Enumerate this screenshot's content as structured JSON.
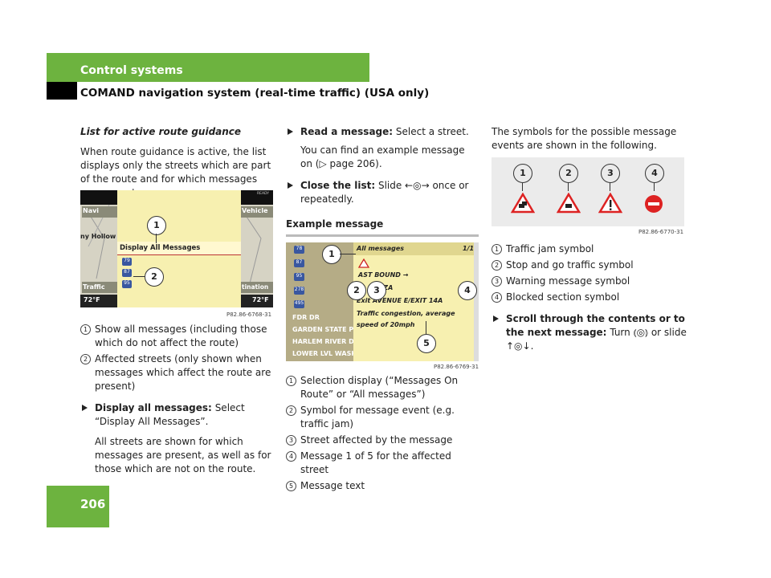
{
  "header": {
    "title": "Control systems",
    "subtitle": "COMAND navigation system (real-time traffic) (USA only)"
  },
  "page_number": "206",
  "left": {
    "heading": "List for active route guidance",
    "intro": "When route guidance is active, the list displays only the streets which are part of the route and for which messages are present.",
    "screen": {
      "nav": "Navi",
      "vehicle": "Vehicle",
      "ready": "READY",
      "hollow": "ny Hollow",
      "display_all": "Display All Messages",
      "traffic": "Traffic",
      "destination": "tination",
      "temp_l": "72°F",
      "temp_r": "72°F",
      "badges": [
        "79",
        "87",
        "95"
      ],
      "caption": "P82.86-6768-31"
    },
    "items": [
      {
        "n": "1",
        "text": "Show all messages (including those which do not affect the route)"
      },
      {
        "n": "2",
        "text": "Affected streets (only shown when messages which affect the route are present)"
      }
    ],
    "step_label": "Display all messages:",
    "step_text": "Select “Display All Messages”.",
    "step_note": "All streets are shown for which messages are present, as well as for those which are not on the route."
  },
  "middle": {
    "read_label": "Read a message:",
    "read_text": "Select a street.",
    "read_note": "You can find an example message on (▷ page 206).",
    "close_label": "Close the list:",
    "close_text": "Slide ←◎→ once or repeatedly.",
    "example_heading": "Example message",
    "screen": {
      "header_left": "All messages",
      "header_right": "1/1",
      "bound": "AST BOUND →",
      "plaza": "LAZA",
      "exit": "Exit AVENUE E/EXIT 14A",
      "text1": "Traffic congestion, average",
      "text2": "speed of 20mph",
      "streets": [
        "FDR DR",
        "GARDEN STATE PK",
        "HARLEM RIVER DR",
        "LOWER LVL WASH"
      ],
      "badges": [
        "78",
        "87",
        "95",
        "278",
        "495"
      ],
      "caption": "P82.86-6769-31"
    },
    "items": [
      {
        "n": "1",
        "text": "Selection display (“Messages On Route” or “All messages”)"
      },
      {
        "n": "2",
        "text": "Symbol for message event (e.g. traffic jam)"
      },
      {
        "n": "3",
        "text": "Street affected by the message"
      },
      {
        "n": "4",
        "text": "Message 1 of 5 for the affected street"
      },
      {
        "n": "5",
        "text": "Message text"
      }
    ]
  },
  "right": {
    "intro": "The symbols for the possible message events are shown in the following.",
    "caption": "P82.86-6770-31",
    "items": [
      {
        "n": "1",
        "text": "Traffic jam symbol"
      },
      {
        "n": "2",
        "text": "Stop and go traffic symbol"
      },
      {
        "n": "3",
        "text": "Warning message symbol"
      },
      {
        "n": "4",
        "text": "Blocked section symbol"
      }
    ],
    "scroll_label": "Scroll through the contents or to the next message:",
    "scroll_text": "Turn ⦅◎⦆ or slide ↑◎↓."
  },
  "colors": {
    "accent": "#6db33f",
    "screen_bg": "#f7f0b0",
    "screen_side": "#c9c2a0"
  }
}
